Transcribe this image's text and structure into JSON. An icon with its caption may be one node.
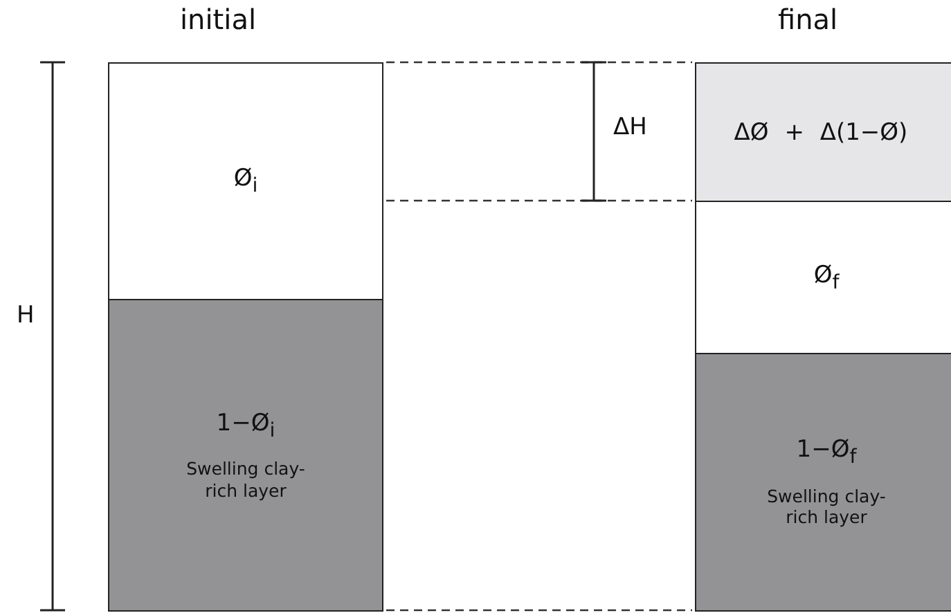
{
  "diagram": {
    "nodes": [
      {
        "text": [
          "Ø$_{i}$"
        ]
      },
      {
        "text": [
          "1−Ø$_{i}$",
          "Swelling clay-rich layer"
        ]
      },
      {
        "text": [
          "ΔØ + Δ(1−Ø)"
        ]
      },
      {
        "text": [
          "Ø$_{f}$"
        ]
      },
      {
        "text": [
          "1−Ø$_{f}$",
          "Swelling clay-rich layer"
        ]
      }
    ],
    "labels": [
      "initial",
      "final",
      "H",
      "ΔH"
    ]
  }
}
